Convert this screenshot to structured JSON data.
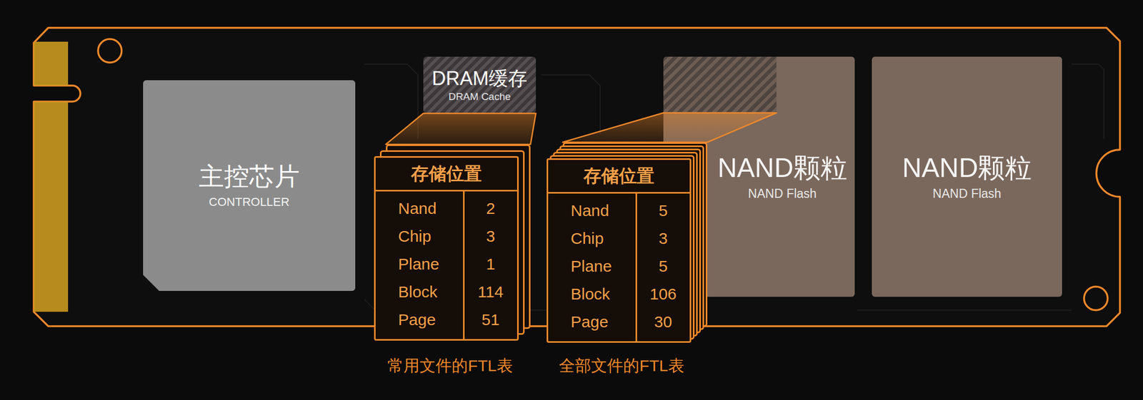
{
  "diagram": {
    "nodes": [
      {
        "text": [
          "主控芯片",
          "CONTROLLER"
        ]
      },
      {
        "text": [
          "DRAM缓存",
          "DRAM Cache"
        ]
      },
      {
        "text": [
          "NAND颗粒",
          "NAND Flash"
        ]
      },
      {
        "text": [
          "NAND颗粒",
          "NAND Flash"
        ]
      },
      {
        "text": [
          "存储位置",
          "Nand",
          "2",
          "Chip",
          "3",
          "Plane",
          "1",
          "Block",
          "114",
          "Page",
          "51"
        ]
      },
      {
        "text": [
          "存储位置",
          "Nand",
          "5",
          "Chip",
          "3",
          "Plane",
          "5",
          "Block",
          "106",
          "Page",
          "30"
        ]
      }
    ],
    "edges": [
      {
        "from": 1,
        "to": 4,
        "arrow": "none"
      },
      {
        "from": 2,
        "to": 5,
        "arrow": "none"
      }
    ],
    "labels": [
      "常用文件的FTL表",
      "全部文件的FTL表"
    ]
  }
}
